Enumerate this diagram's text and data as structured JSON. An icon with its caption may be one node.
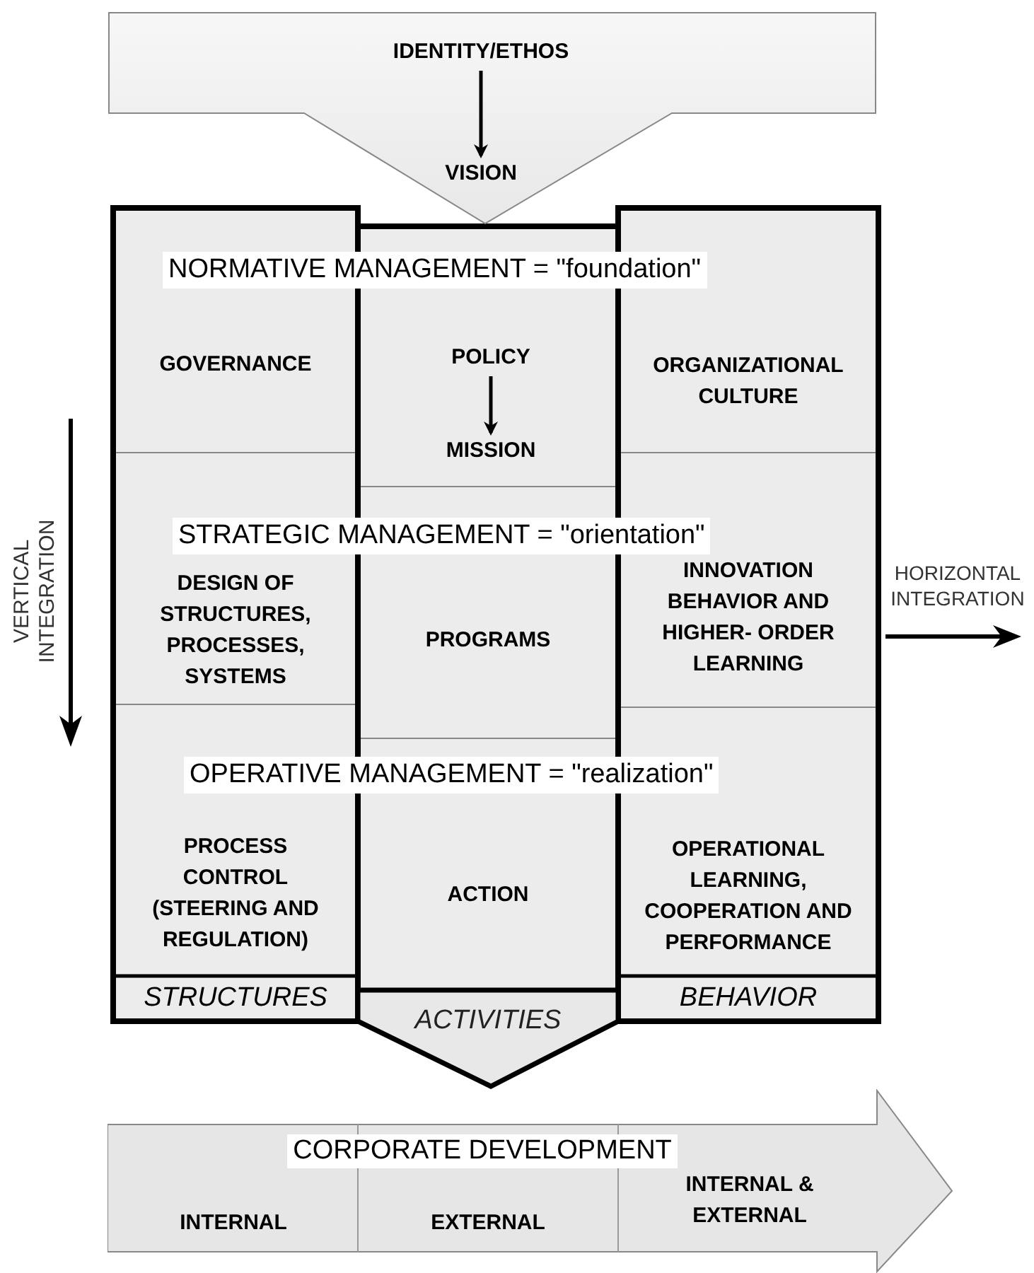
{
  "diagram": {
    "nodes": [
      {
        "text": [],
        "shape": "pentagon"
      },
      {
        "text": [
          "IDENTITY/ETHOS"
        ],
        "in": 0
      },
      {
        "text": [
          "VISION"
        ],
        "in": 0
      },
      {
        "text": [
          "GOVERNANCE"
        ]
      },
      {
        "text": [
          "POLICY"
        ]
      },
      {
        "text": [
          "MISSION"
        ]
      },
      {
        "text": [
          "ORGANIZATIONAL CULTURE"
        ]
      },
      {
        "text": [
          "DESIGN OF STRUCTURES, PROCESSES, SYSTEMS"
        ]
      },
      {
        "text": [
          "PROGRAMS"
        ]
      },
      {
        "text": [
          "INNOVATION BEHAVIOR AND HIGHER- ORDER LEARNING"
        ]
      },
      {
        "text": [
          "PROCESS CONTROL (STEERING AND REGULATION)"
        ]
      },
      {
        "text": [
          "ACTION"
        ]
      },
      {
        "text": [
          "OPERATIONAL LEARNING, COOPERATION AND PERFORMANCE"
        ]
      },
      {
        "text": [
          "STRUCTURES"
        ]
      },
      {
        "text": [
          "ACTIVITIES"
        ]
      },
      {
        "text": [
          "BEHAVIOR"
        ]
      },
      {
        "text": [
          "CORPORATE DEVELOPMENT"
        ]
      },
      {
        "text": [
          "INTERNAL"
        ],
        "in": 16
      },
      {
        "text": [
          "EXTERNAL"
        ],
        "in": 16
      },
      {
        "text": [
          "INTERNAL & EXTERNAL"
        ],
        "in": 16
      }
    ],
    "edges": [
      {
        "from": 1,
        "to": 2,
        "arrow": "to"
      },
      {
        "from": 4,
        "to": 5,
        "arrow": "to"
      }
    ],
    "labels": [
      "NORMATIVE MANAGEMENT = \"foundation\"",
      "STRATEGIC MANAGEMENT = \"orientation\"",
      "OPERATIVE MANAGEMENT = \"realization\"",
      "VERTICAL INTEGRATION",
      "HORIZONTAL INTEGRATION"
    ]
  }
}
